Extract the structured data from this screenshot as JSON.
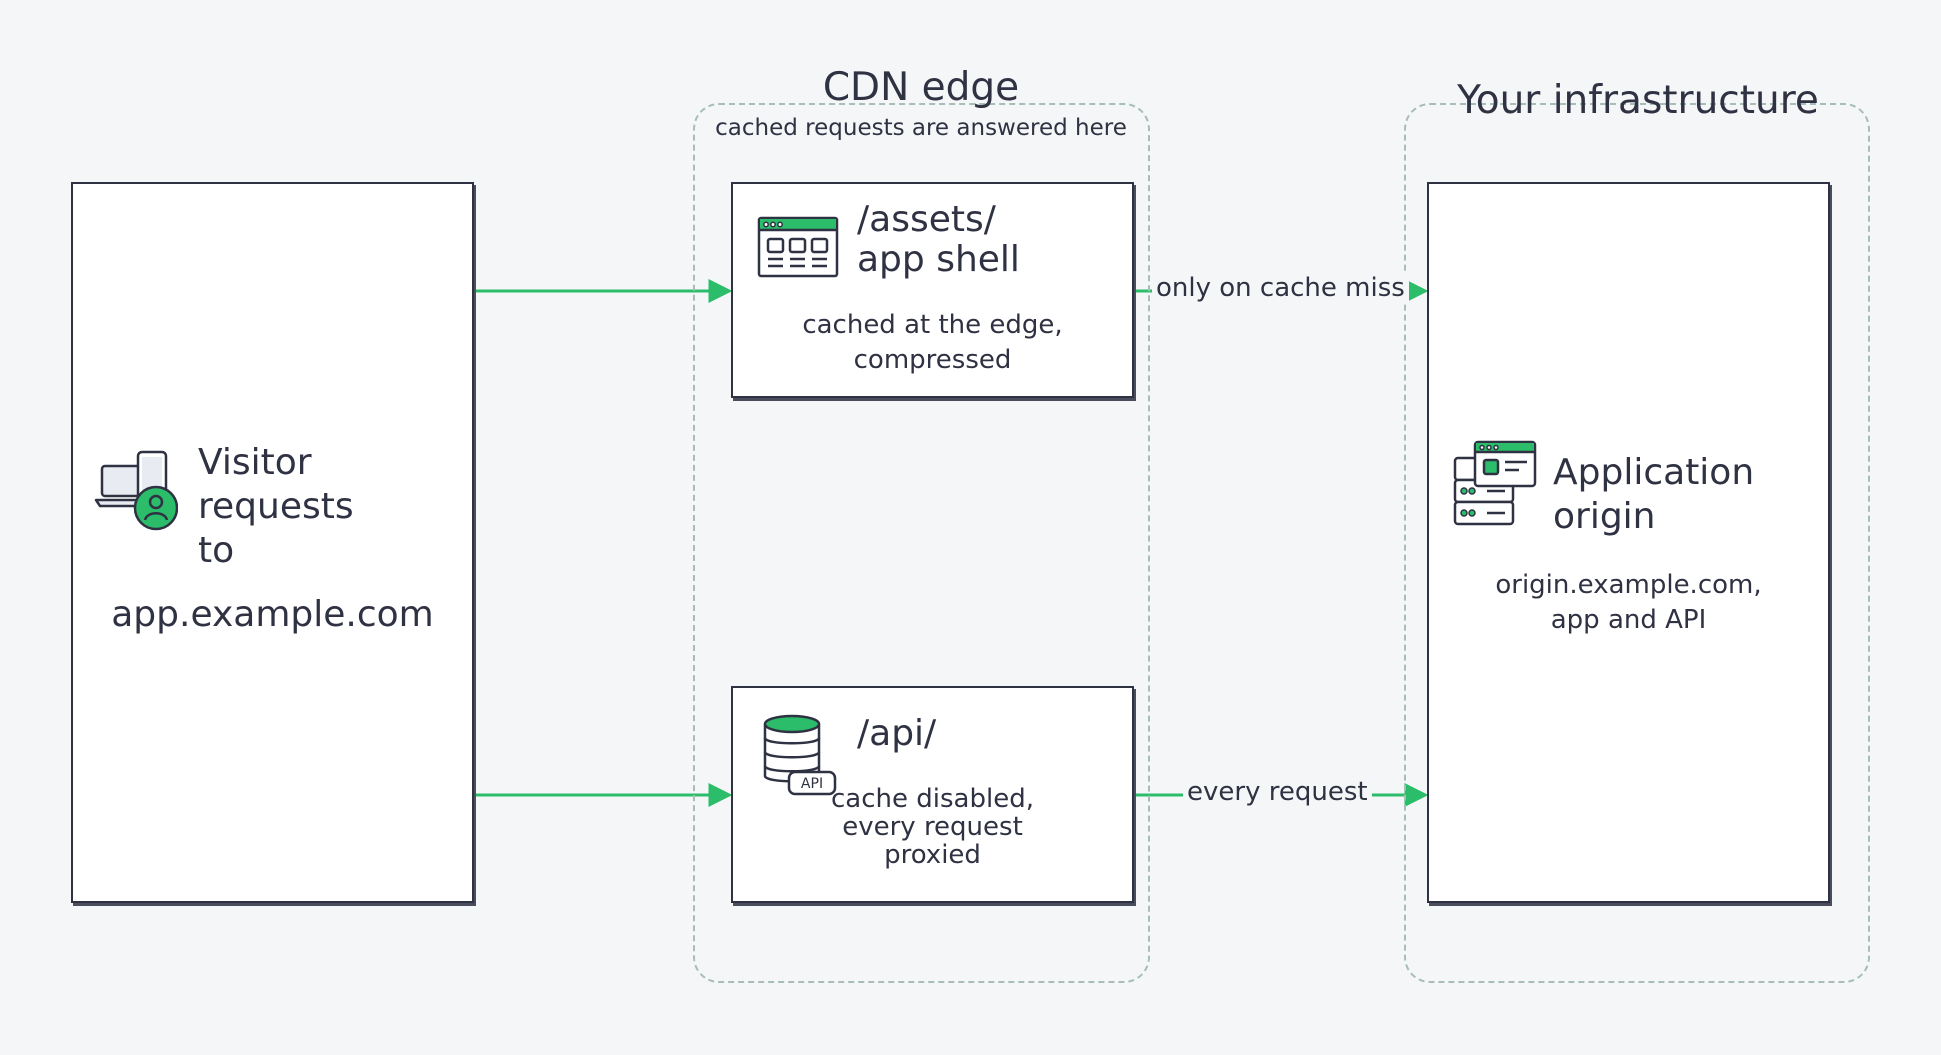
{
  "groups": {
    "cdn": {
      "title": "CDN edge",
      "subtitle": "cached requests are answered here"
    },
    "infra": {
      "title": "Your infrastructure"
    }
  },
  "nodes": {
    "visitor": {
      "title_lines": [
        "Visitor",
        "requests",
        "to"
      ],
      "domain": "app.example.com",
      "icon": "devices-user-icon"
    },
    "assets": {
      "title_lines": [
        "/assets/",
        "app shell"
      ],
      "desc_lines": [
        "cached at the edge,",
        "compressed"
      ],
      "icon": "browser-window-icon"
    },
    "api": {
      "title": "/api/",
      "desc_lines": [
        "cache disabled,",
        "every request",
        "proxied"
      ],
      "icon": "database-api-icon",
      "badge": "API"
    },
    "origin": {
      "title_lines": [
        "Application",
        "origin"
      ],
      "desc_lines": [
        "origin.example.com,",
        "app and API"
      ],
      "icon": "server-stack-icon"
    }
  },
  "edges": {
    "cache_miss": "only on cache miss",
    "every_request": "every request"
  },
  "colors": {
    "accent": "#2bbd6a",
    "ink": "#2f3242",
    "dash": "#a8bdb8",
    "background": "#f5f6f8"
  }
}
